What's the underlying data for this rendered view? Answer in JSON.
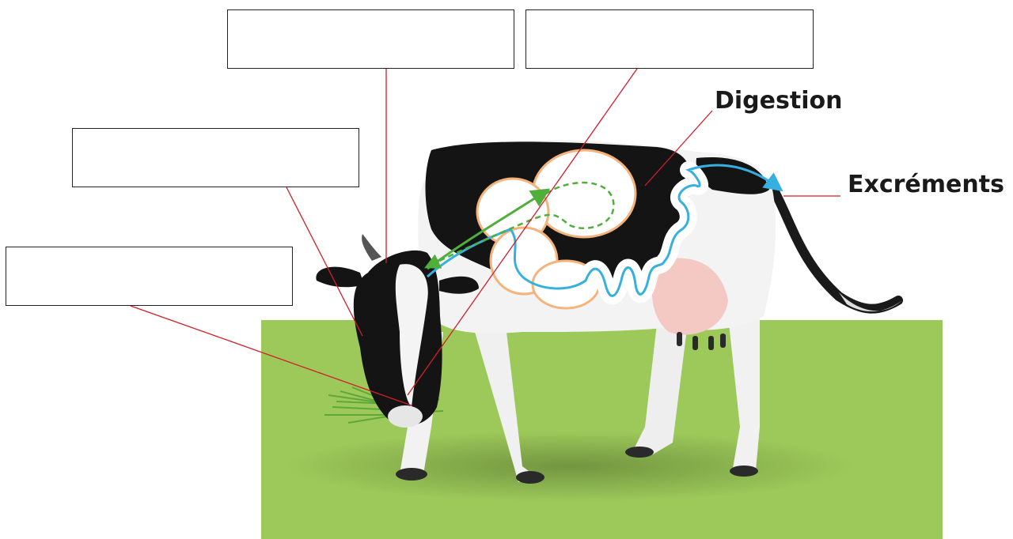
{
  "labels": {
    "digestion": "Digestion",
    "excrements": "Excréments"
  },
  "blank_boxes": [
    "",
    "",
    "",
    ""
  ],
  "colors": {
    "grass_ground": "#9dc95a",
    "leader_line": "#d01f2a",
    "food_path": "#4faf3a",
    "waste_path": "#35b0e0",
    "stomach_fill": "#ffffff",
    "stomach_outline": "#f5b27a",
    "cow_black": "#111111",
    "cow_white": "#f4f4f4"
  },
  "icons": [
    "cow-illustration",
    "grass-tuft",
    "stomach-chambers",
    "intestine-coil"
  ]
}
